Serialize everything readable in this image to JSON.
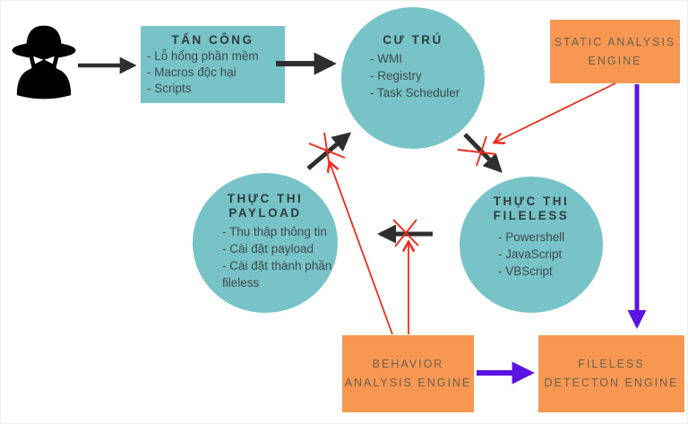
{
  "colors": {
    "teal": "#77c3c7",
    "orange": "#f89751",
    "red": "#ef2b1c",
    "purple": "#5b13e3",
    "arrow_black": "#2e2e2e",
    "text_dark": "#2e3b40",
    "text_list": "#3f4a4e",
    "text_on_orange": "#6b6052"
  },
  "icons": {
    "attacker": "spy-icon"
  },
  "nodes": {
    "attack": {
      "title": "TẤN CÔNG",
      "items": [
        "- Lỗ hổng phần mềm",
        "- Macros độc hại",
        "- Scripts"
      ]
    },
    "residence": {
      "title": "CƯ TRÚ",
      "items": [
        "- WMI",
        "- Registry",
        "- Task Scheduler"
      ]
    },
    "payload": {
      "title_lines": [
        "THỰC THI",
        "PAYLOAD"
      ],
      "items": [
        "- Thu thập thông tin",
        "- Cài đặt payload",
        "- Cài đặt thành phần",
        "fileless"
      ]
    },
    "fileless_exec": {
      "title_lines": [
        "THỰC THI",
        "FILELESS"
      ],
      "items": [
        "- Powershell",
        "- JavaScript",
        "- VBScript"
      ]
    },
    "static_engine": {
      "lines": [
        "STATIC ANALYSIS",
        "ENGINE"
      ]
    },
    "behavior_engine": {
      "lines": [
        "BEHAVIOR",
        "ANALYSIS ENGINE"
      ]
    },
    "fileless_engine": {
      "lines": [
        "FILELESS",
        "DETECTON ENGINE"
      ]
    }
  }
}
